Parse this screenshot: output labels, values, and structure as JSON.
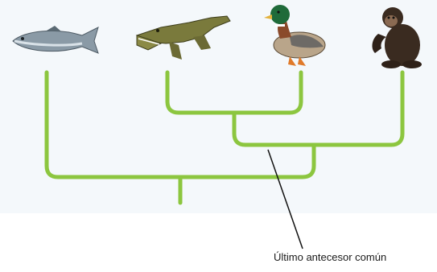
{
  "diagram": {
    "type": "cladogram",
    "taxa": [
      {
        "id": "fish",
        "icon": "fish-icon"
      },
      {
        "id": "crocodile",
        "icon": "crocodile-icon"
      },
      {
        "id": "duck",
        "icon": "duck-icon"
      },
      {
        "id": "chimpanzee",
        "icon": "chimpanzee-icon"
      }
    ],
    "branch_color": "#8cc63f",
    "pointer_color": "#111111",
    "annotation": "Último antecesor común"
  }
}
